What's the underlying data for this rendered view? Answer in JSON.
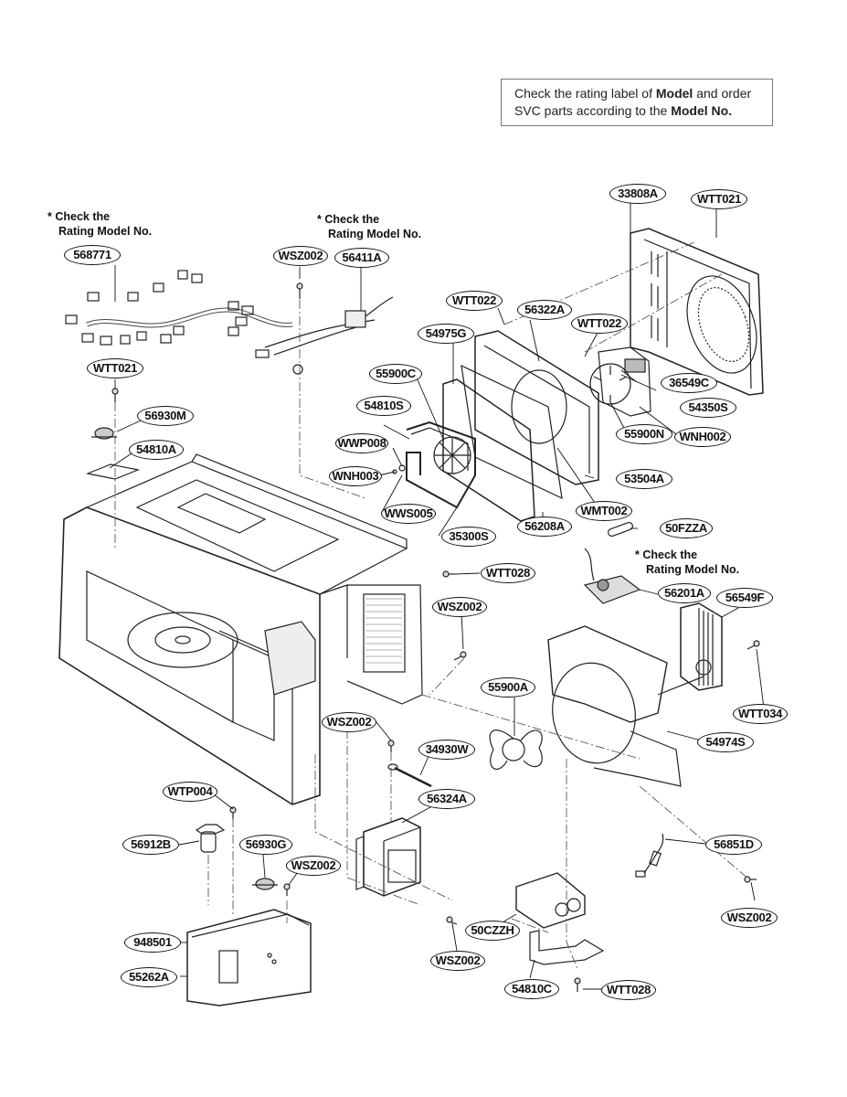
{
  "notice": {
    "part1": "Check the rating label of ",
    "bold1": "Model",
    "part2": " and order",
    "line2": "SVC parts according to the ",
    "bold2": "Model No."
  },
  "notes": [
    {
      "line1": "* Check the",
      "line2": "Rating Model No."
    },
    {
      "line1": "* Check the",
      "line2": "Rating Model No."
    },
    {
      "line1": "* Check the",
      "line2": "Rating Model No."
    }
  ],
  "parts": [
    {
      "id": "568771"
    },
    {
      "id": "WSZ002"
    },
    {
      "id": "56411A"
    },
    {
      "id": "WTT021"
    },
    {
      "id": "56930M"
    },
    {
      "id": "54810A"
    },
    {
      "id": "33808A"
    },
    {
      "id": "WTT021"
    },
    {
      "id": "WTT022"
    },
    {
      "id": "56322A"
    },
    {
      "id": "WTT022"
    },
    {
      "id": "54975G"
    },
    {
      "id": "55900C"
    },
    {
      "id": "36549C"
    },
    {
      "id": "54810S"
    },
    {
      "id": "54350S"
    },
    {
      "id": "55900N"
    },
    {
      "id": "WNH002"
    },
    {
      "id": "WWP008"
    },
    {
      "id": "53504A"
    },
    {
      "id": "WNH003"
    },
    {
      "id": "WWS005"
    },
    {
      "id": "WMT002"
    },
    {
      "id": "35300S"
    },
    {
      "id": "56208A"
    },
    {
      "id": "50FZZA"
    },
    {
      "id": "WTT028"
    },
    {
      "id": "56201A"
    },
    {
      "id": "WSZ002"
    },
    {
      "id": "56549F"
    },
    {
      "id": "55900A"
    },
    {
      "id": "WTT034"
    },
    {
      "id": "WSZ002"
    },
    {
      "id": "54974S"
    },
    {
      "id": "34930W"
    },
    {
      "id": "56324A"
    },
    {
      "id": "WTP004"
    },
    {
      "id": "56912B"
    },
    {
      "id": "56930G"
    },
    {
      "id": "WSZ002"
    },
    {
      "id": "56851D"
    },
    {
      "id": "948501"
    },
    {
      "id": "WSZ002"
    },
    {
      "id": "55262A"
    },
    {
      "id": "50CZZH"
    },
    {
      "id": "WSZ002"
    },
    {
      "id": "54810C"
    },
    {
      "id": "WTT028"
    }
  ]
}
